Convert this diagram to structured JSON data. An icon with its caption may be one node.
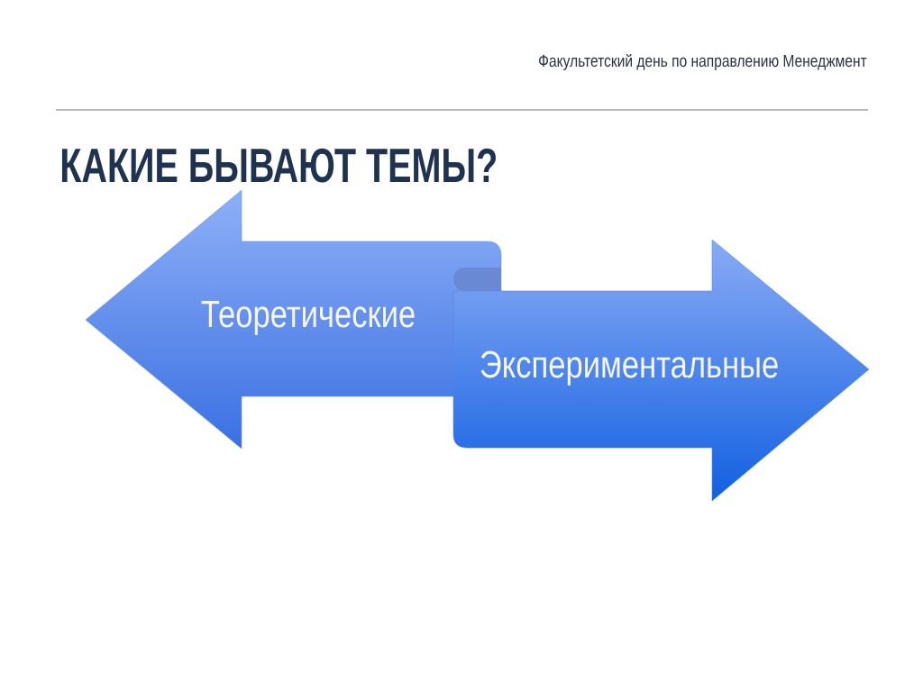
{
  "diagram": {
    "title": "КАКИЕ БЫВАЮТ ТЕМЫ?",
    "nodes": [
      {
        "text": [
          "Теоретические"
        ]
      },
      {
        "text": [
          "Экспериментальные"
        ]
      }
    ],
    "labels": [
      "Факультетский день по направлению Менеджмент"
    ]
  }
}
